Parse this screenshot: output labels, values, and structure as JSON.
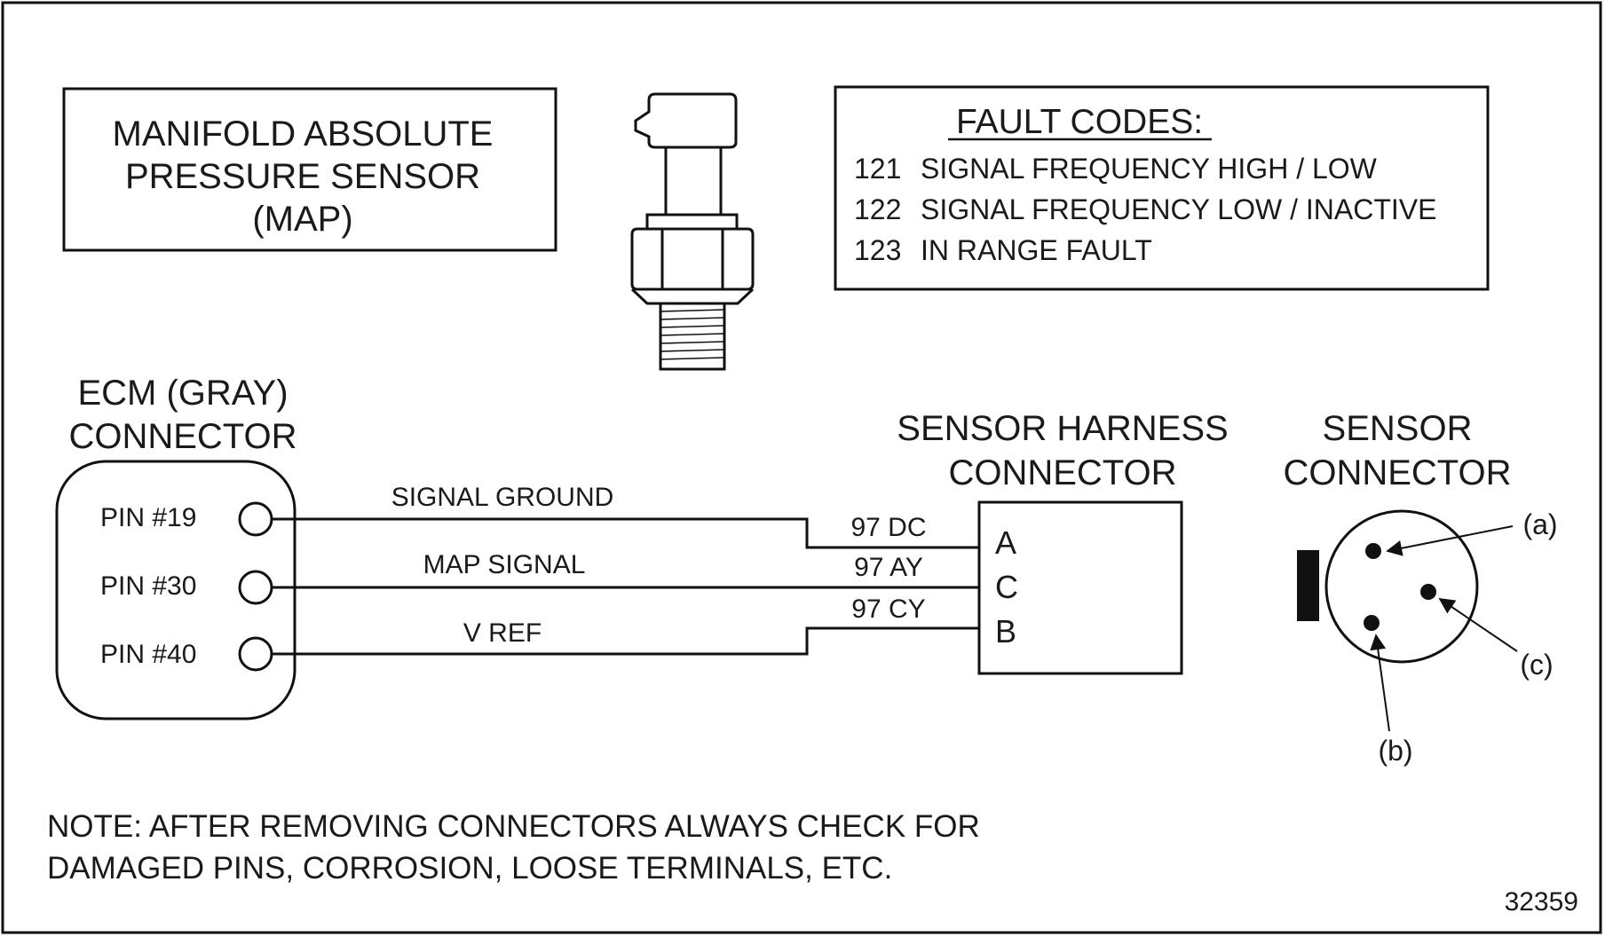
{
  "title_box": {
    "line1": "MANIFOLD ABSOLUTE",
    "line2": "PRESSURE SENSOR",
    "line3": "(MAP)"
  },
  "fault_codes": {
    "heading": "FAULT CODES:",
    "items": [
      {
        "code": "121",
        "description": "SIGNAL FREQUENCY HIGH / LOW"
      },
      {
        "code": "122",
        "description": "SIGNAL FREQUENCY LOW / INACTIVE"
      },
      {
        "code": "123",
        "description": "IN RANGE FAULT"
      }
    ]
  },
  "ecm": {
    "label_line1": "ECM (GRAY)",
    "label_line2": "CONNECTOR",
    "pins": [
      "PIN #19",
      "PIN #30",
      "PIN #40"
    ]
  },
  "wires": {
    "names": [
      "SIGNAL GROUND",
      "MAP SIGNAL",
      "V REF"
    ],
    "codes": [
      "97 DC",
      "97 AY",
      "97 CY"
    ]
  },
  "harness_connector": {
    "label_line1": "SENSOR HARNESS",
    "label_line2": "CONNECTOR",
    "terminals": [
      "A",
      "C",
      "B"
    ]
  },
  "sensor_connector": {
    "label_line1": "SENSOR",
    "label_line2": "CONNECTOR",
    "callouts": [
      "(a)",
      "(b)",
      "(c)"
    ]
  },
  "note": {
    "line1": "NOTE: AFTER REMOVING CONNECTORS ALWAYS CHECK FOR",
    "line2": "DAMAGED PINS, CORROSION, LOOSE TERMINALS, ETC."
  },
  "figure_number": "32359"
}
